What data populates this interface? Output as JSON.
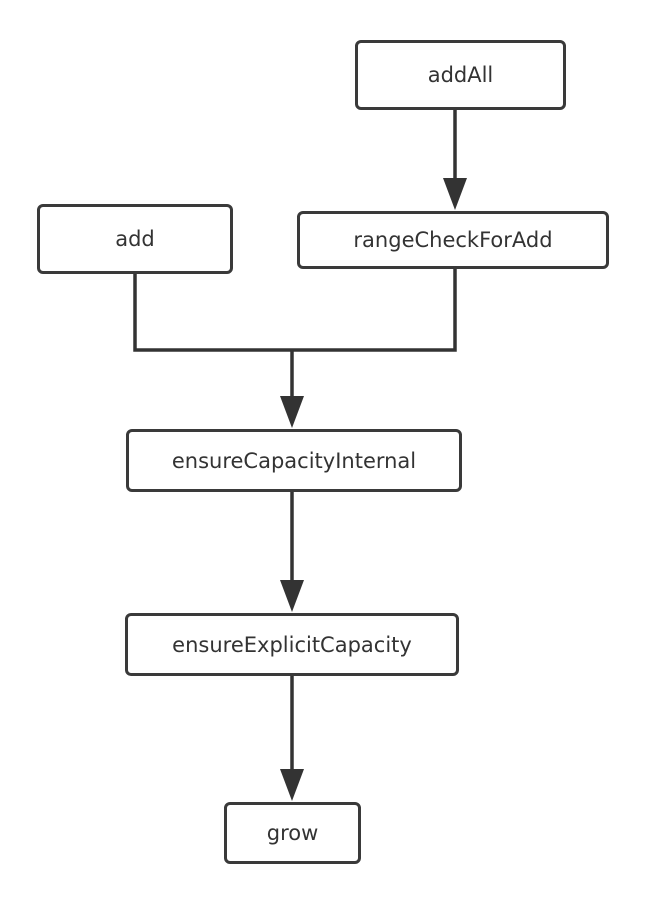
{
  "nodes": {
    "add_all": "addAll",
    "add": "add",
    "range_check_for_add": "rangeCheckForAdd",
    "ensure_capacity_internal": "ensureCapacityInternal",
    "ensure_explicit_capacity": "ensureExplicitCapacity",
    "grow": "grow"
  },
  "edges": [
    {
      "from": "addAll",
      "to": "rangeCheckForAdd"
    },
    {
      "from": "add",
      "to": "ensureCapacityInternal"
    },
    {
      "from": "rangeCheckForAdd",
      "to": "ensureCapacityInternal"
    },
    {
      "from": "ensureCapacityInternal",
      "to": "ensureExplicitCapacity"
    },
    {
      "from": "ensureExplicitCapacity",
      "to": "grow"
    }
  ],
  "colors": {
    "stroke": "#333333",
    "box_border": "#3a3a3a",
    "text": "#333333",
    "background": "#ffffff"
  }
}
